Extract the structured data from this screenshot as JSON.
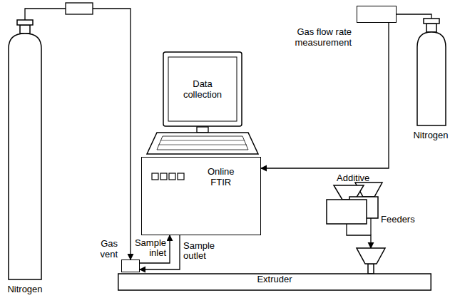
{
  "diagram": {
    "nodes": [
      {
        "text": [
          "Nitrogen"
        ]
      },
      {
        "text": [
          "Gas vent"
        ]
      },
      {
        "text": [
          "Data collection"
        ]
      },
      {
        "text": [
          "Online FTIR"
        ]
      },
      {
        "text": [
          "Gas flow rate measurement"
        ]
      },
      {
        "text": [
          "Nitrogen"
        ]
      },
      {
        "text": [
          "Additive"
        ]
      },
      {
        "text": [
          "Feeders"
        ]
      },
      {
        "text": [
          "Extruder"
        ]
      }
    ],
    "edges": [
      {
        "from": 0,
        "to": 1,
        "arrow": "to"
      },
      {
        "from": 1,
        "to": 3,
        "label": "Sample inlet",
        "arrow": "to"
      },
      {
        "from": 3,
        "to": 1,
        "label": "Sample outlet",
        "arrow": "to"
      },
      {
        "from": 5,
        "to": 4,
        "arrow": "none"
      },
      {
        "from": 4,
        "to": 3,
        "arrow": "to"
      },
      {
        "from": 7,
        "to": 8,
        "arrow": "to"
      }
    ]
  }
}
